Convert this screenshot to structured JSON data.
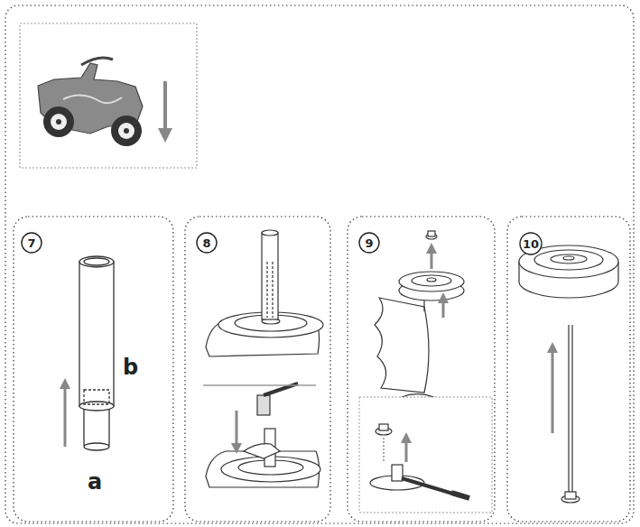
{
  "diagram": {
    "nodes": [
      {
        "text": [
          "7"
        ]
      },
      {
        "text": [
          "8"
        ]
      },
      {
        "text": [
          "9"
        ]
      },
      {
        "text": [
          "10"
        ]
      }
    ],
    "labels": [
      "b",
      "a"
    ]
  }
}
